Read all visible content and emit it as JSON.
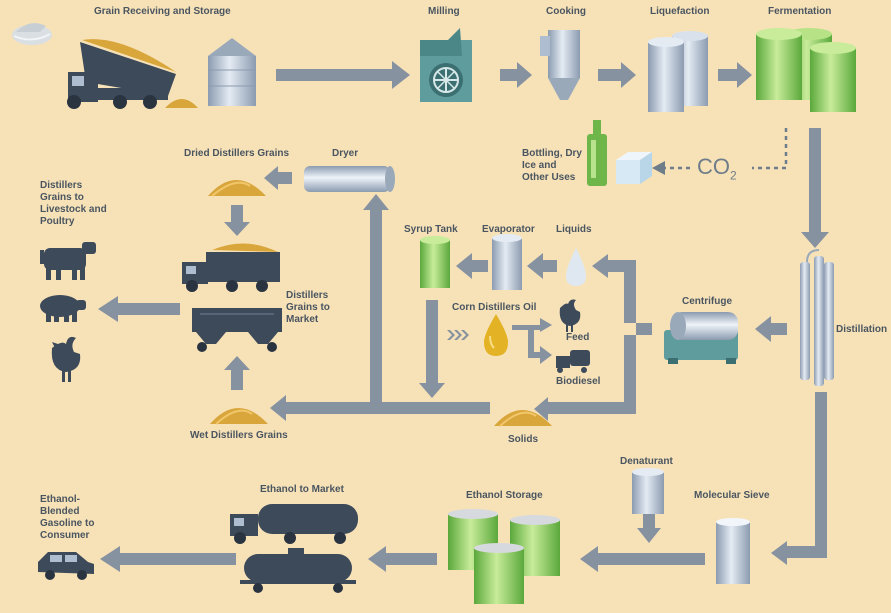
{
  "labels": {
    "grain_receiving": "Grain Receiving and Storage",
    "milling": "Milling",
    "cooking": "Cooking",
    "liquefaction": "Liquefaction",
    "fermentation": "Fermentation",
    "bottling": "Bottling, Dry Ice and Other Uses",
    "co2": "CO",
    "co2_sub": "2",
    "dried_grains": "Dried Distillers Grains",
    "dryer": "Dryer",
    "grains_livestock": "Distillers Grains to Livestock and Poultry",
    "syrup_tank": "Syrup Tank",
    "evaporator": "Evaporator",
    "liquids": "Liquids",
    "corn_oil": "Corn Distillers Oil",
    "feed": "Feed",
    "biodiesel": "Biodiesel",
    "centrifuge": "Centrifuge",
    "distillation": "Distillation",
    "grains_market": "Distillers Grains to Market",
    "wet_grains": "Wet Distillers Grains",
    "solids": "Solids",
    "denaturant": "Denaturant",
    "molecular_sieve": "Molecular Sieve",
    "ethanol_storage": "Ethanol Storage",
    "ethanol_market": "Ethanol to Market",
    "blended_gasoline": "Ethanol-Blended Gasoline to Consumer"
  },
  "icons": [
    "logo-icon",
    "dump-truck-icon",
    "silo-icon",
    "mill-icon",
    "cooker-icon",
    "liquefaction-tank-icon",
    "fermentation-tank-icon",
    "bottle-icon",
    "dry-ice-icon",
    "dryer-icon",
    "grain-pile-icon",
    "cow-icon",
    "pig-icon",
    "chicken-icon",
    "truck-icon",
    "rail-hopper-car-icon",
    "syrup-tank-icon",
    "evaporator-icon",
    "liquid-drop-icon",
    "oil-drop-icon",
    "tanker-truck-icon",
    "centrifuge-icon",
    "distillation-column-icon",
    "sieve-icon",
    "denaturant-tank-icon",
    "ethanol-tank-icon",
    "tank-car-icon",
    "car-icon"
  ],
  "colors": {
    "background": "#f7e2b8",
    "arrow": "#8792a0",
    "green": "#7fc35a",
    "steel": "#aebdcf",
    "dark": "#3d4a5a",
    "grain": "#d9a63c",
    "teal": "#5e9c9d"
  }
}
